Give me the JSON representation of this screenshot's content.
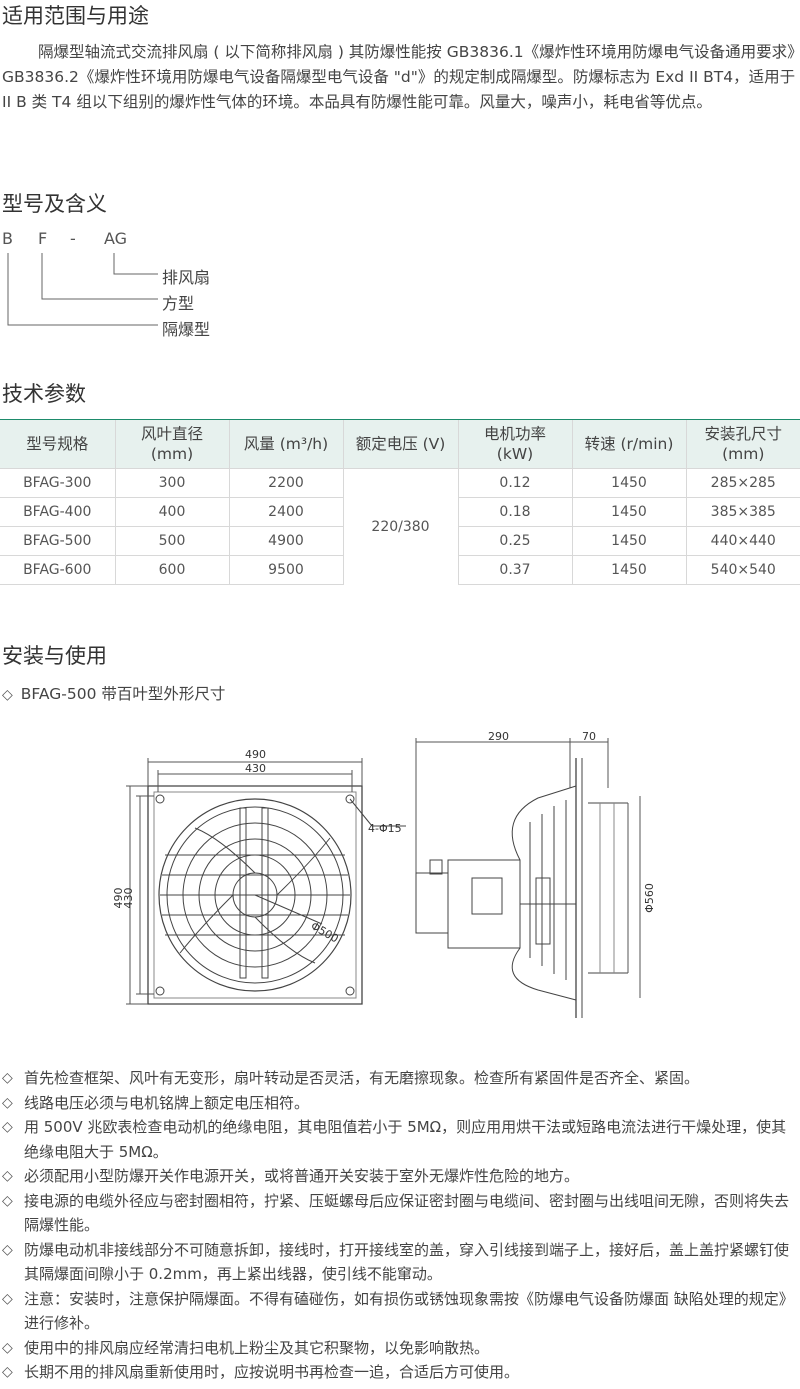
{
  "section1": {
    "title": "适用范围与用途",
    "paragraph": "隔爆型轴流式交流排风扇 ( 以下简称排风扇 ) 其防爆性能按 GB3836.1《爆炸性环境用防爆电气设备通用要求》GB3836.2《爆炸性环境用防爆电气设备隔爆型电气设备 \"d\"》的规定制成隔爆型。防爆标志为 Exd II BT4，适用于 II B 类 T4 组以下组别的爆炸性气体的环境。本品具有防爆性能可靠。风量大，噪声小，耗电省等优点。"
  },
  "section2": {
    "title": "型号及含义",
    "letters": [
      "B",
      "F",
      "-",
      "AG"
    ],
    "labels": [
      "排风扇",
      "方型",
      "隔爆型"
    ]
  },
  "section3": {
    "title": "技术参数",
    "headers": [
      [
        "型号规格",
        ""
      ],
      [
        "风叶直径",
        "(mm)"
      ],
      [
        "风量 (m³/h)",
        ""
      ],
      [
        "额定电压 (V)",
        ""
      ],
      [
        "电机功率",
        "(kW)"
      ],
      [
        "转速 (r/min)",
        ""
      ],
      [
        "安装孔尺寸",
        "(mm)"
      ]
    ],
    "voltage": "220/380",
    "rows": [
      {
        "model": "BFAG-300",
        "diameter": "300",
        "flow": "2200",
        "power": "0.12",
        "speed": "1450",
        "hole": "285×285"
      },
      {
        "model": "BFAG-400",
        "diameter": "400",
        "flow": "2400",
        "power": "0.18",
        "speed": "1450",
        "hole": "385×385"
      },
      {
        "model": "BFAG-500",
        "diameter": "500",
        "flow": "4900",
        "power": "0.25",
        "speed": "1450",
        "hole": "440×440"
      },
      {
        "model": "BFAG-600",
        "diameter": "600",
        "flow": "9500",
        "power": "0.37",
        "speed": "1450",
        "hole": "540×540"
      }
    ]
  },
  "section4": {
    "title": "安装与使用",
    "subtitle": "BFAG-500 带百叶型外形尺寸",
    "drawing": {
      "dim_490": "490",
      "dim_430": "430",
      "hole": "4-Φ15",
      "fan_dia": "Φ500",
      "dim_290": "290",
      "dim_70": "70",
      "dia_560": "Φ560"
    },
    "bullets": [
      "首先检查框架、风叶有无变形，扇叶转动是否灵活，有无磨擦现象。检查所有紧固件是否齐全、紧固。",
      "线路电压必须与电机铭牌上额定电压相符。",
      "用 500V 兆欧表检查电动机的绝缘电阻，其电阻值若小于 5MΩ，则应用用烘干法或短路电流法进行干燥处理，使其绝缘电阻大于 5MΩ。",
      "必须配用小型防爆开关作电源开关，或将普通开关安装于室外无爆炸性危险的地方。",
      "接电源的电缆外径应与密封圈相符，拧紧、压蜓螺母后应保证密封圈与电缆间、密封圈与出线咀间无隙，否则将失去隔爆性能。",
      "防爆电动机非接线部分不可随意拆卸，接线时，打开接线室的盖，穿入引线接到端子上，接好后，盖上盖拧紧螺钉使其隔爆面间隙小于 0.2mm，再上紧出线器，使引线不能窜动。",
      "注意：安装时，注意保护隔爆面。不得有磕碰伤，如有损伤或锈蚀现象需按《防爆电气设备防爆面 缺陷处理的规定》进行修补。",
      "使用中的排风扇应经常清扫电机上粉尘及其它积聚物，以免影响散热。",
      "长期不用的排风扇重新使用时，应按说明书再检查一追，合适后方可使用。"
    ]
  }
}
